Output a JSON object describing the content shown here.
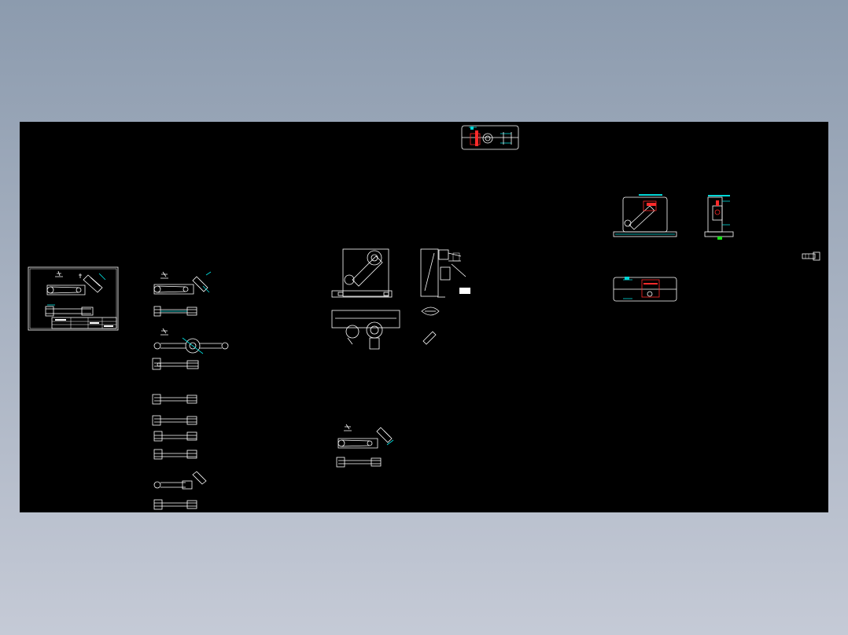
{
  "viewport": {
    "name": "cad-drawing-viewport",
    "background_gradient": [
      "#8c9bae",
      "#c5cad6"
    ],
    "canvas_color": "#000000"
  },
  "colors": {
    "line": "#ffffff",
    "dimension": "#00e5e5",
    "section": "#ff2a2a",
    "datum": "#18e018"
  },
  "sheets": [
    {
      "name": "title-sheet",
      "kind": "bordered-sheet"
    },
    {
      "name": "part-views-column",
      "kind": "connecting-rod-views"
    },
    {
      "name": "fixture-assembly",
      "kind": "assembly-views"
    },
    {
      "name": "process-sheet",
      "kind": "connecting-rod-views"
    },
    {
      "name": "top-clamp-detail",
      "kind": "section-view"
    },
    {
      "name": "fixture-front-view",
      "kind": "section-view"
    },
    {
      "name": "fixture-side-view",
      "kind": "section-view"
    },
    {
      "name": "fixture-plan-view",
      "kind": "section-view"
    },
    {
      "name": "bolt-detail",
      "kind": "part-view"
    }
  ]
}
